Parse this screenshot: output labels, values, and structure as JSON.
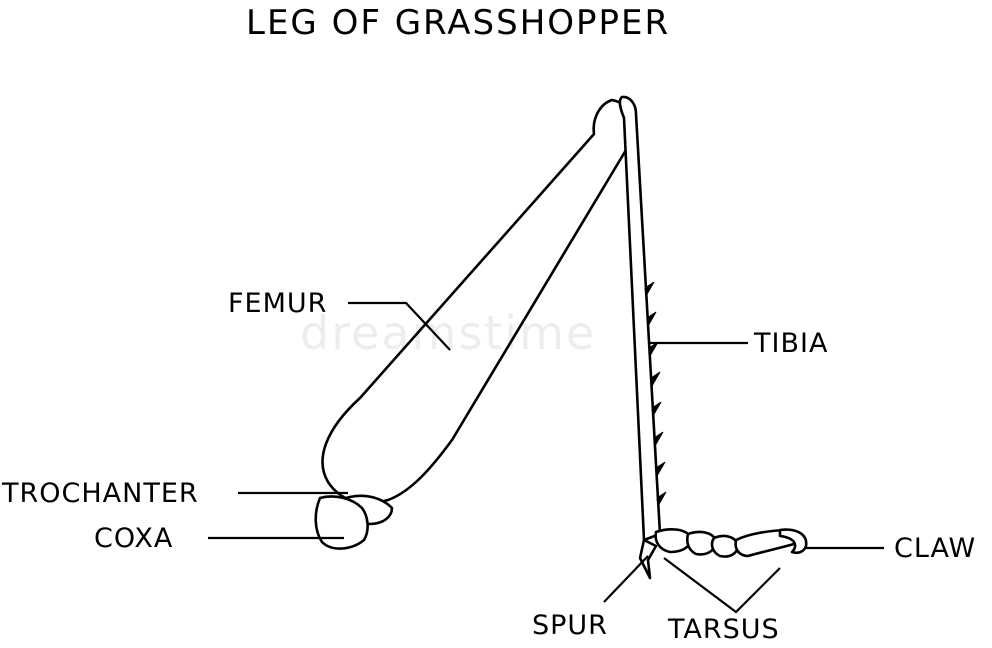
{
  "title": "LEG OF GRASSHOPPER",
  "watermark": "dreamstime",
  "labels": {
    "femur": "FEMUR",
    "tibia": "TIBIA",
    "trochanter": "TROCHANTER",
    "coxa": "COXA",
    "claw": "CLAW",
    "spur": "SPUR",
    "tarsus": "TARSUS"
  }
}
